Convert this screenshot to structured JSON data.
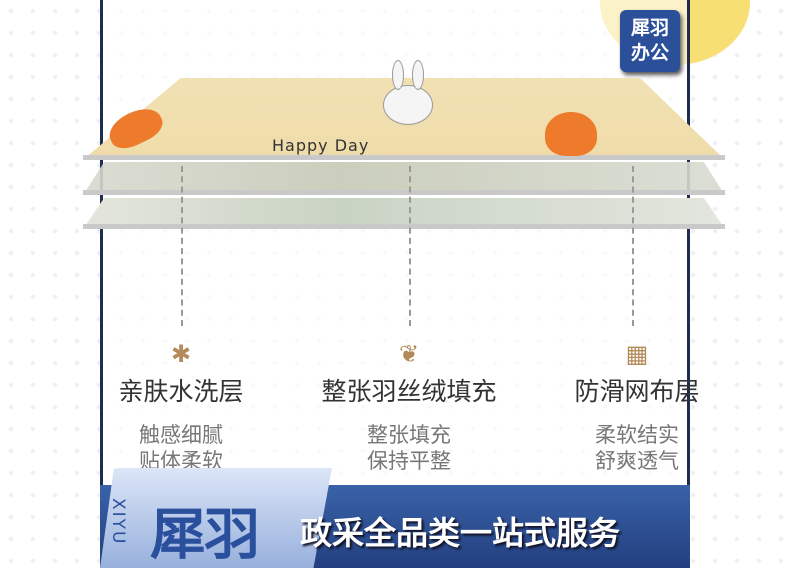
{
  "logo": {
    "line1": "犀羽",
    "line2": "办公"
  },
  "mattress": {
    "print_text": "Happy Day"
  },
  "features": [
    {
      "title": "亲肤水洗层",
      "line1": "触感细腻",
      "line2": "贴体柔软",
      "icon": "sparkle-icon"
    },
    {
      "title": "整张羽丝绒填充",
      "line1": "整张填充",
      "line2": "保持平整",
      "icon": "feather-icon"
    },
    {
      "title": "防滑网布层",
      "line1": "柔软结实",
      "line2": "舒爽透气",
      "icon": "grid-icon"
    }
  ],
  "banner": {
    "brand": "犀羽",
    "brand_latin": "XIYU",
    "slogan": "政采全品类一站式服务"
  },
  "colors": {
    "navy": "#1e2d4f",
    "blue": "#2c4f9a",
    "yellow": "#f8df73"
  }
}
